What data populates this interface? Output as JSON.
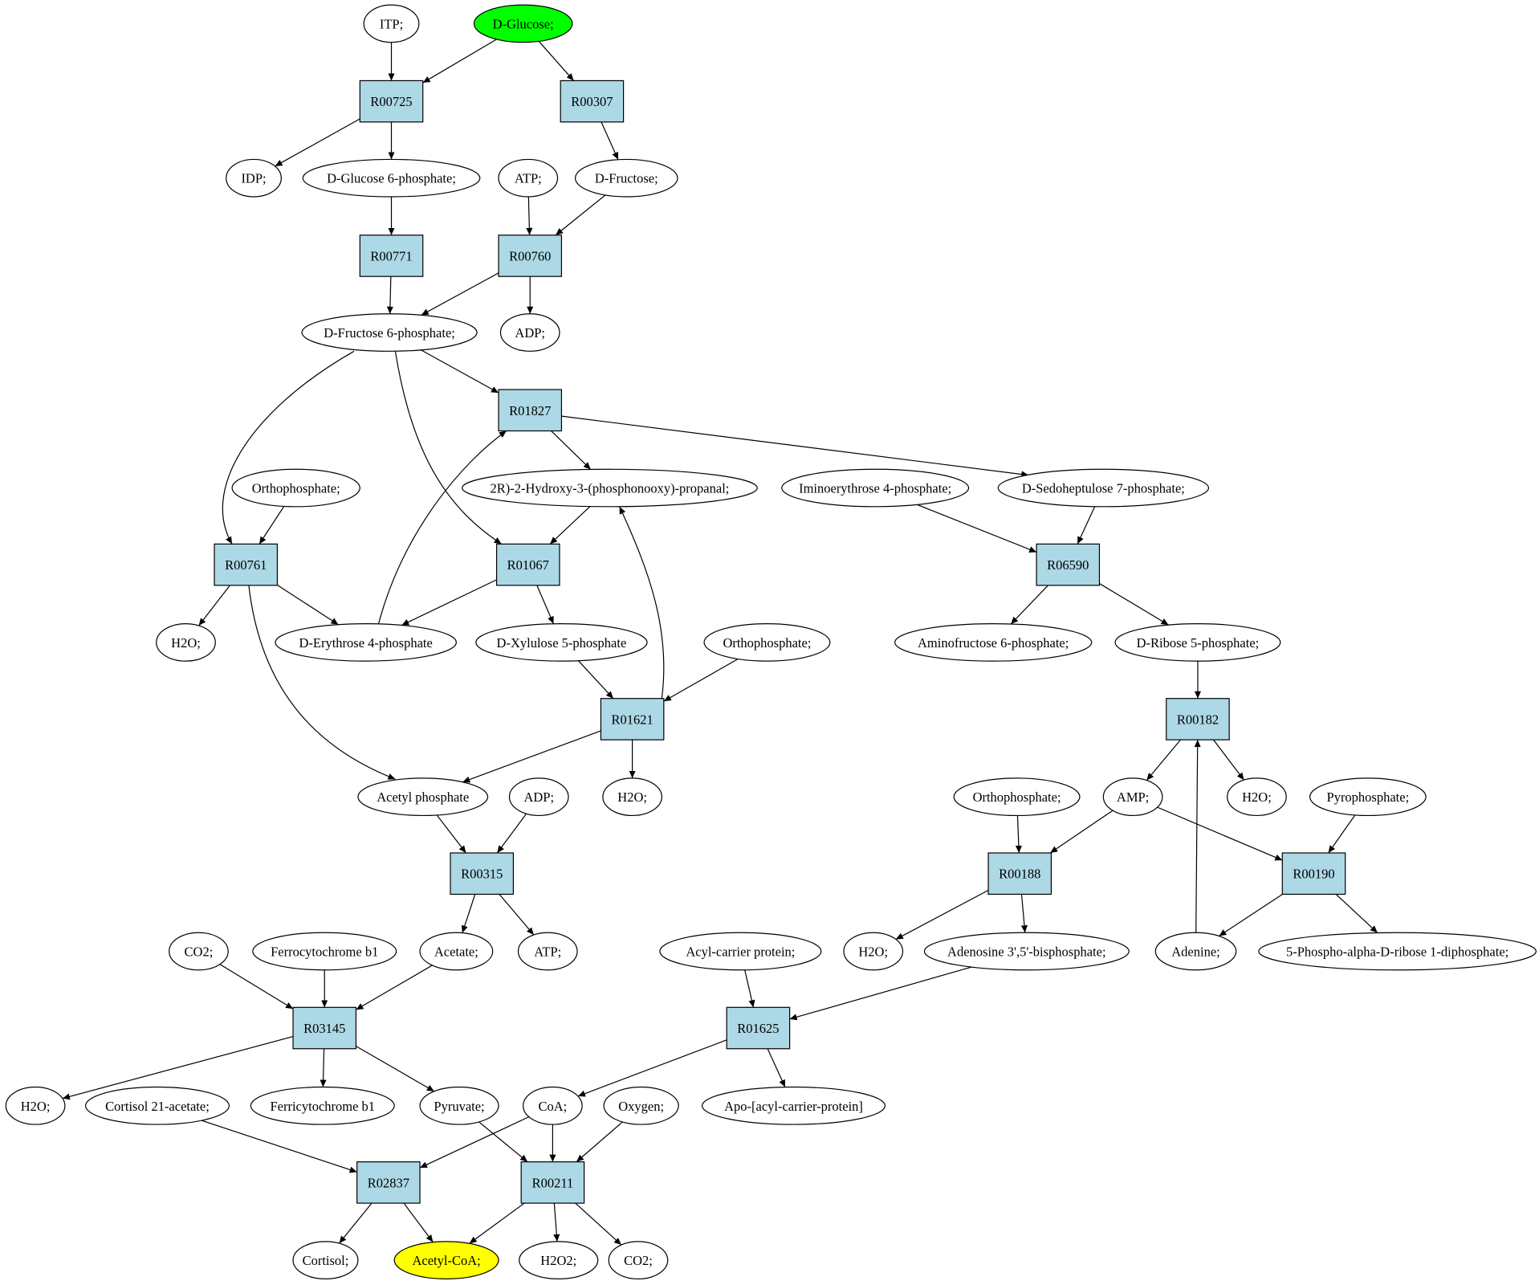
{
  "colors": {
    "reaction_fill": "#add8e6",
    "compound_fill": "#ffffff",
    "source_fill": "#00ff00",
    "target_fill": "#ffff00"
  },
  "reactions": [
    {
      "id": "r00725",
      "label": "R00725"
    },
    {
      "id": "r00307",
      "label": "R00307"
    },
    {
      "id": "r00771",
      "label": "R00771"
    },
    {
      "id": "r00760",
      "label": "R00760"
    },
    {
      "id": "r01827",
      "label": "R01827"
    },
    {
      "id": "r00761",
      "label": "R00761"
    },
    {
      "id": "r01067",
      "label": "R01067"
    },
    {
      "id": "r06590",
      "label": "R06590"
    },
    {
      "id": "r01621",
      "label": "R01621"
    },
    {
      "id": "r00182",
      "label": "R00182"
    },
    {
      "id": "r00315",
      "label": "R00315"
    },
    {
      "id": "r00188",
      "label": "R00188"
    },
    {
      "id": "r00190",
      "label": "R00190"
    },
    {
      "id": "r03145",
      "label": "R03145"
    },
    {
      "id": "r01625",
      "label": "R01625"
    },
    {
      "id": "r02837",
      "label": "R02837"
    },
    {
      "id": "r00211",
      "label": "R00211"
    }
  ],
  "compounds": [
    {
      "id": "itp",
      "label": "ITP;"
    },
    {
      "id": "dglucose",
      "label": "D-Glucose;",
      "role": "source"
    },
    {
      "id": "idp",
      "label": "IDP;"
    },
    {
      "id": "g6p",
      "label": "D-Glucose 6-phosphate;"
    },
    {
      "id": "atp1",
      "label": "ATP;"
    },
    {
      "id": "dfructose",
      "label": "D-Fructose;"
    },
    {
      "id": "f6p",
      "label": "D-Fructose 6-phosphate;"
    },
    {
      "id": "adp1",
      "label": "ADP;"
    },
    {
      "id": "ortho1",
      "label": "Orthophosphate;"
    },
    {
      "id": "g3p",
      "label": "2R)-2-Hydroxy-3-(phosphonooxy)-propanal;"
    },
    {
      "id": "imino",
      "label": "Iminoerythrose 4-phosphate;"
    },
    {
      "id": "s7p",
      "label": "D-Sedoheptulose 7-phosphate;"
    },
    {
      "id": "h2o1",
      "label": "H2O;"
    },
    {
      "id": "e4p",
      "label": "D-Erythrose 4-phosphate"
    },
    {
      "id": "x5p",
      "label": "D-Xylulose 5-phosphate"
    },
    {
      "id": "ortho2",
      "label": "Orthophosphate;"
    },
    {
      "id": "aminof6p",
      "label": "Aminofructose 6-phosphate;"
    },
    {
      "id": "r5p",
      "label": "D-Ribose 5-phosphate;"
    },
    {
      "id": "acetylp",
      "label": "Acetyl phosphate"
    },
    {
      "id": "adp2",
      "label": "ADP;"
    },
    {
      "id": "h2o2",
      "label": "H2O;"
    },
    {
      "id": "ortho3",
      "label": "Orthophosphate;"
    },
    {
      "id": "amp",
      "label": "AMP;"
    },
    {
      "id": "h2o3",
      "label": "H2O;"
    },
    {
      "id": "ppi",
      "label": "Pyrophosphate;"
    },
    {
      "id": "co2a",
      "label": "CO2;"
    },
    {
      "id": "ferrocyt",
      "label": "Ferrocytochrome b1"
    },
    {
      "id": "acetate",
      "label": "Acetate;"
    },
    {
      "id": "atp2",
      "label": "ATP;"
    },
    {
      "id": "acp",
      "label": "Acyl-carrier protein;"
    },
    {
      "id": "h2o4",
      "label": "H2O;"
    },
    {
      "id": "pap",
      "label": "Adenosine 3',5'-bisphosphate;"
    },
    {
      "id": "adenine",
      "label": "Adenine;"
    },
    {
      "id": "prpp",
      "label": "5-Phospho-alpha-D-ribose 1-diphosphate;"
    },
    {
      "id": "h2o5",
      "label": "H2O;"
    },
    {
      "id": "cortisolac",
      "label": "Cortisol 21-acetate;"
    },
    {
      "id": "ferricyt",
      "label": "Ferricytochrome b1"
    },
    {
      "id": "pyruvate",
      "label": "Pyruvate;"
    },
    {
      "id": "coa",
      "label": "CoA;"
    },
    {
      "id": "oxygen",
      "label": "Oxygen;"
    },
    {
      "id": "apoacp",
      "label": "Apo-[acyl-carrier-protein]"
    },
    {
      "id": "cortisol",
      "label": "Cortisol;"
    },
    {
      "id": "acetylcoa",
      "label": "Acetyl-CoA;",
      "role": "target"
    },
    {
      "id": "h2o2b",
      "label": "H2O2;"
    },
    {
      "id": "co2b",
      "label": "CO2;"
    }
  ],
  "edges": [
    [
      "itp",
      "r00725"
    ],
    [
      "dglucose",
      "r00725"
    ],
    [
      "dglucose",
      "r00307"
    ],
    [
      "r00725",
      "idp"
    ],
    [
      "r00725",
      "g6p"
    ],
    [
      "r00307",
      "dfructose"
    ],
    [
      "g6p",
      "r00771"
    ],
    [
      "atp1",
      "r00760"
    ],
    [
      "dfructose",
      "r00760"
    ],
    [
      "r00771",
      "f6p"
    ],
    [
      "r00760",
      "f6p"
    ],
    [
      "r00760",
      "adp1"
    ],
    [
      "f6p",
      "r01827"
    ],
    [
      "f6p",
      "r00761"
    ],
    [
      "f6p",
      "r01067"
    ],
    [
      "r01827",
      "g3p"
    ],
    [
      "r01827",
      "s7p"
    ],
    [
      "ortho1",
      "r00761"
    ],
    [
      "g3p",
      "r01067"
    ],
    [
      "imino",
      "r06590"
    ],
    [
      "s7p",
      "r06590"
    ],
    [
      "r00761",
      "h2o1"
    ],
    [
      "r00761",
      "e4p"
    ],
    [
      "r00761",
      "acetylp"
    ],
    [
      "e4p",
      "r01827"
    ],
    [
      "r01067",
      "e4p"
    ],
    [
      "r01067",
      "x5p"
    ],
    [
      "r06590",
      "aminof6p"
    ],
    [
      "r06590",
      "r5p"
    ],
    [
      "x5p",
      "r01621"
    ],
    [
      "ortho2",
      "r01621"
    ],
    [
      "r01621",
      "g3p"
    ],
    [
      "r01621",
      "acetylp"
    ],
    [
      "r01621",
      "h2o2"
    ],
    [
      "r5p",
      "r00182"
    ],
    [
      "r00182",
      "amp"
    ],
    [
      "r00182",
      "h2o3"
    ],
    [
      "adenine",
      "r00182"
    ],
    [
      "acetylp",
      "r00315"
    ],
    [
      "adp2",
      "r00315"
    ],
    [
      "r00315",
      "acetate"
    ],
    [
      "r00315",
      "atp2"
    ],
    [
      "ortho3",
      "r00188"
    ],
    [
      "amp",
      "r00188"
    ],
    [
      "amp",
      "r00190"
    ],
    [
      "ppi",
      "r00190"
    ],
    [
      "r00188",
      "h2o4"
    ],
    [
      "r00188",
      "pap"
    ],
    [
      "r00190",
      "adenine"
    ],
    [
      "r00190",
      "prpp"
    ],
    [
      "co2a",
      "r03145"
    ],
    [
      "ferrocyt",
      "r03145"
    ],
    [
      "acetate",
      "r03145"
    ],
    [
      "acp",
      "r01625"
    ],
    [
      "pap",
      "r01625"
    ],
    [
      "r03145",
      "h2o5"
    ],
    [
      "r03145",
      "ferricyt"
    ],
    [
      "r03145",
      "pyruvate"
    ],
    [
      "r01625",
      "coa"
    ],
    [
      "r01625",
      "apoacp"
    ],
    [
      "cortisolac",
      "r02837"
    ],
    [
      "coa",
      "r02837"
    ],
    [
      "coa",
      "r00211"
    ],
    [
      "pyruvate",
      "r00211"
    ],
    [
      "oxygen",
      "r00211"
    ],
    [
      "r02837",
      "cortisol"
    ],
    [
      "r02837",
      "acetylcoa"
    ],
    [
      "r00211",
      "acetylcoa"
    ],
    [
      "r00211",
      "h2o2b"
    ],
    [
      "r00211",
      "co2b"
    ]
  ]
}
